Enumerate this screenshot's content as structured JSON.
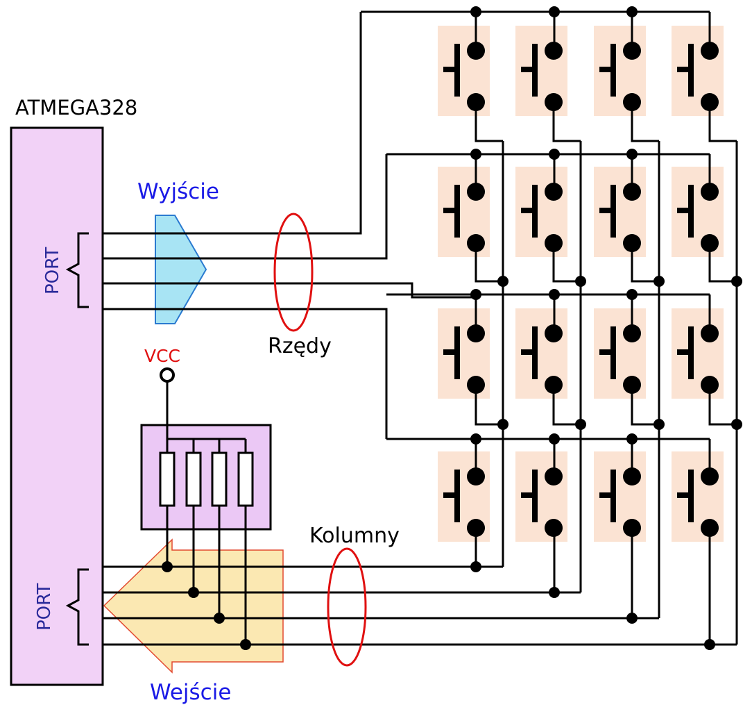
{
  "labels": {
    "chip": "ATMEGA328",
    "port_top": "PORT",
    "port_bottom": "PORT",
    "output": "Wyjście",
    "input": "Wejście",
    "rows": "Rzędy",
    "columns": "Kolumny",
    "vcc": "VCC"
  },
  "colors": {
    "chip_fill": "#f2d2f7",
    "resistor_fill": "#ebc8f5",
    "key_fill": "#fbe3d3",
    "output_arrow_fill": "#a8e4f4",
    "output_arrow_stroke": "#2a7ad0",
    "input_arrow_fill": "#fbe8b2",
    "input_arrow_stroke": "#e24a30",
    "output_text": "#1a1ae6",
    "input_text": "#1a1ae6",
    "port_text": "#2a2a9a",
    "vcc_text": "#e01010",
    "ellipse": "#e01010",
    "wire": "#000000"
  },
  "keypad": {
    "rows": 4,
    "columns": 4
  }
}
